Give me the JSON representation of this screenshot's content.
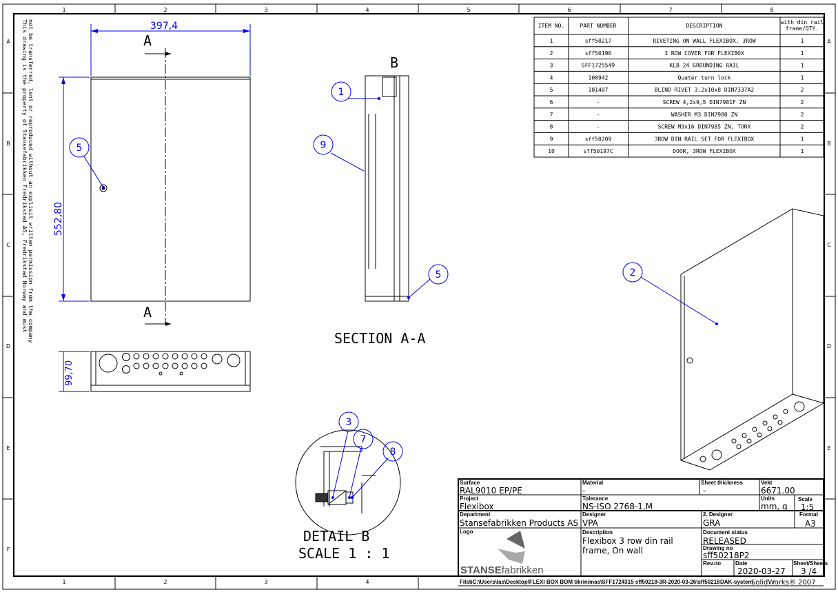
{
  "frame": {
    "columns": [
      "1",
      "2",
      "3",
      "4",
      "5",
      "6",
      "7",
      "8"
    ],
    "rows": [
      "A",
      "B",
      "C",
      "D",
      "E",
      "F"
    ],
    "notice_line1": "This drawing is the property of Stansefabrikken Fredrikstad AS, Fredrikstad Norway and must",
    "notice_line2": "not be transferred, lent or reproduced without an explisit written permission from the company"
  },
  "views": {
    "width_dim": "397,4",
    "height_dim": "552,80",
    "depth_dim": "99,70",
    "section_letter": "A",
    "detail_letter": "B",
    "section_title": "SECTION A-A",
    "detail_title": "DETAIL B",
    "detail_scale": "SCALE 1 : 1"
  },
  "balloons": [
    "5",
    "1",
    "9",
    "5",
    "2",
    "3",
    "7",
    "8"
  ],
  "bom": {
    "headers": [
      "ITEM NO.",
      "PART NUMBER",
      "DESCRIPTION",
      "with din rail",
      "frame/QTY."
    ],
    "rows": [
      [
        "1",
        "sff50217",
        "RIVETING ON WALL FLEXIBOX, 3ROW",
        "1"
      ],
      [
        "2",
        "sff50196",
        "3 ROW COVER FOR FLEXIBOX",
        "1"
      ],
      [
        "3",
        "SFF1725549",
        "KLB 24 GROUNDING RAIL",
        "1"
      ],
      [
        "4",
        "100942",
        "Quater turn lock",
        "1"
      ],
      [
        "5",
        "101407",
        "BLIND RIVET 3,2x10x8 DIN7337A2",
        "2"
      ],
      [
        "6",
        "-",
        "SCREW 4,2x9,5 DIN7981F ZN",
        "2"
      ],
      [
        "7",
        "-",
        "WASHER M3 DIN7980 ZN",
        "2"
      ],
      [
        "8",
        "-",
        "SCREW M3x16 DIN7985 ZN, TORX",
        "2"
      ],
      [
        "9",
        "sff50209",
        "3ROW DIN RAIL SET FOR FLEXIBOX",
        "1"
      ],
      [
        "10",
        "sff50197C",
        "DOOR,  3ROW FLEXIBOX",
        "1"
      ]
    ]
  },
  "title_block": {
    "surface_label": "Surface",
    "surface": "RAL9010 EP/PE",
    "material_label": "Material",
    "material": "-",
    "thickness_label": "Sheet thickness",
    "thickness": "-",
    "weight_label": "Vekt",
    "weight": "6671.00",
    "project_label": "Project",
    "project": "Flexibox",
    "tolerance_label": "Tolerance",
    "tolerance": "NS-ISO 2768-1,M",
    "units_label": "Units",
    "units": "mm, g",
    "scale_label": "Scale",
    "scale": "1:5",
    "department_label": "Department",
    "department": "Stansefabrikken Products AS",
    "designer_label": "Designer",
    "designer": "VPA",
    "designer2_label": "2. Designer",
    "designer2": "GRA",
    "format_label": "Format",
    "format": "A3",
    "logo_label": "Logo",
    "logo_text_bold": "STANSE",
    "logo_text": "fabrikken",
    "description_label": "Description",
    "description_line1": "Flexibox 3 row din rail",
    "description_line2": "frame, On wall",
    "status_label": "Document status",
    "status": "RELEASED",
    "drawing_no_label": "Drawing no",
    "drawing_no": "sff50218P2",
    "rev_label": "Rev.no",
    "date_label": "Date",
    "date": "2020-03-27",
    "sheet_label": "Sheet/Sheets",
    "sheet": "3 /4",
    "file_path": "FilstiC:\\Users\\las\\Desktop\\FLEXI BOX BOM tikrinimas\\SFF1724315 sff50218-3R-2020-03-26\\sff50218",
    "cad_label": "DAK-system",
    "cad": "SolidWorks® 2007"
  }
}
